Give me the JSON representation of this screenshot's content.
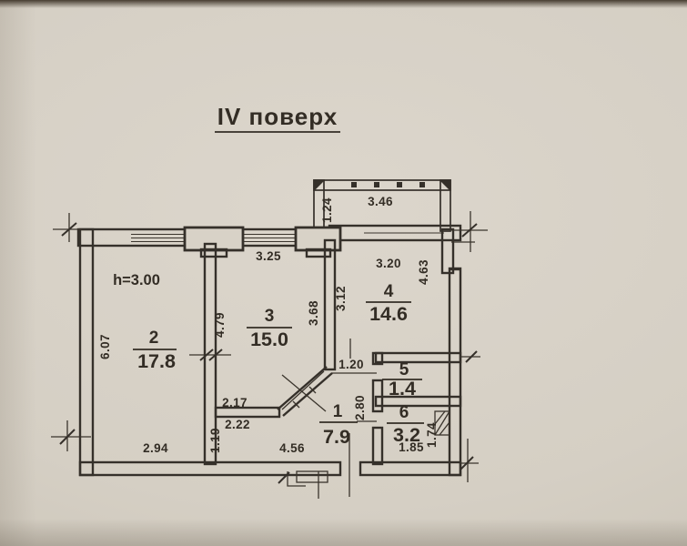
{
  "title": "IV поверх",
  "height_note": "h=3.00",
  "rooms": {
    "r1": {
      "number": "1",
      "area": "7.9"
    },
    "r2": {
      "number": "2",
      "area": "17.8"
    },
    "r3": {
      "number": "3",
      "area": "15.0"
    },
    "r4": {
      "number": "4",
      "area": "14.6"
    },
    "r5": {
      "number": "5",
      "area": "1.4"
    },
    "r6": {
      "number": "6",
      "area": "3.2"
    }
  },
  "dimensions": {
    "balcony_width": "3.46",
    "balcony_depth": "1.24",
    "room3_width": "3.25",
    "room4_width": "3.20",
    "room4_height_right": "4.63",
    "room4_height_left": "3.12",
    "room3_height": "3.68",
    "room2_height_right": "4.79",
    "room2_height_left": "6.07",
    "room2_width": "2.94",
    "room4_door_width": "1.20",
    "hall_width_top": "2.17",
    "hall_width_mid": "2.22",
    "hall_height_left": "1.19",
    "hall_width_bottom": "4.56",
    "hall_height_right": "2.80",
    "room6_width": "1.85",
    "room6_height": "1.74"
  }
}
